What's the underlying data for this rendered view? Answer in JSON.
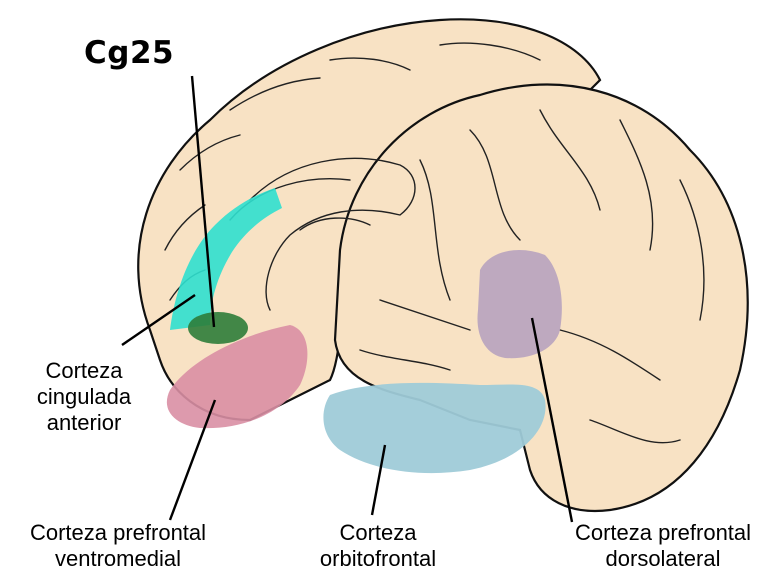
{
  "labels": {
    "cg25": "Cg25",
    "acc_line1": "Corteza",
    "acc_line2": "cingulada",
    "acc_line3": "anterior",
    "vm_line1": "Corteza prefrontal",
    "vm_line2": "ventromedial",
    "ofc_line1": "Corteza",
    "ofc_line2": "orbitofrontal",
    "dl_line1": "Corteza prefrontal",
    "dl_line2": "dorsolateral"
  },
  "colors": {
    "brain_fill": "#f8e2c4",
    "cingulate": "#2fe0cf",
    "cg25_region": "#2e7d3a",
    "ventromedial": "#d98fa4",
    "orbitofrontal": "#9fcbd8",
    "dorsolateral": "#b7a3bf"
  }
}
